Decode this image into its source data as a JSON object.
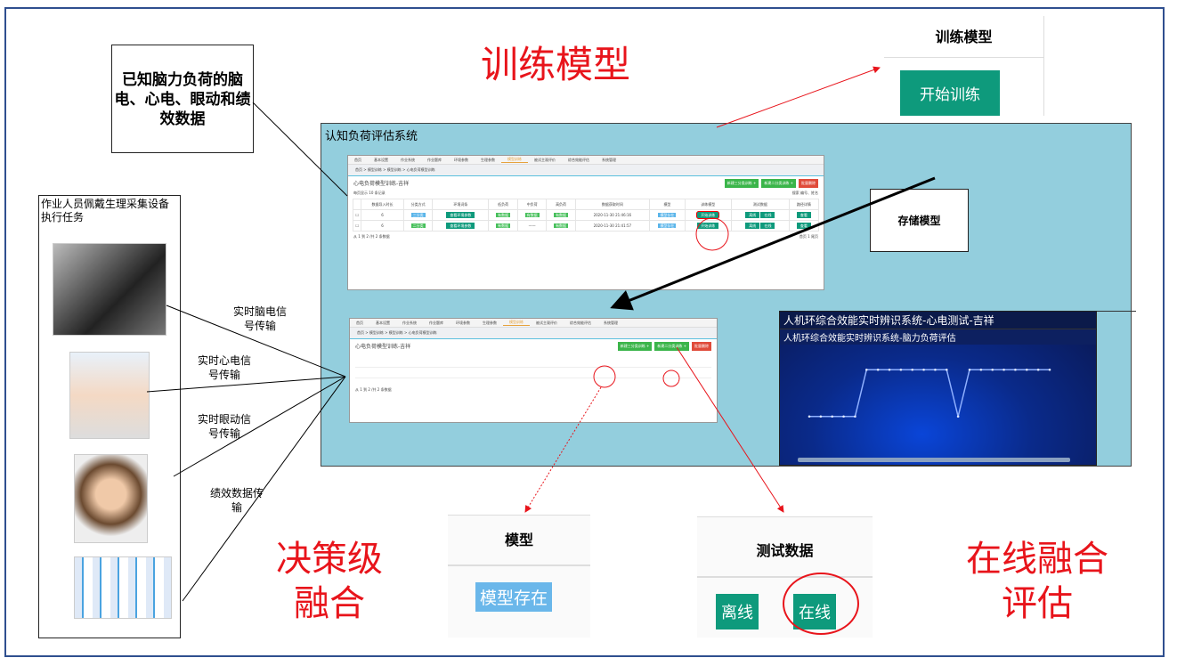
{
  "titles": {
    "train": "训练模型",
    "decision": "决策级融合",
    "online": "在线融合评估"
  },
  "known_box": "已知脑力负荷的脑电、心电、眼动和绩效数据",
  "left_panel": {
    "title": "作业人员佩戴生理采集设备执行任务"
  },
  "signals": [
    "实时脑电信号传输",
    "实时心电信号传输",
    "实时眼动信号传输",
    "绩效数据传输"
  ],
  "system": {
    "title": "认知负荷评估系统"
  },
  "store_box": "存储模型",
  "app": {
    "nav": [
      "首页",
      "基本设置",
      "作业系统",
      "作业题库",
      "环境参数",
      "生理参数",
      "模型训练",
      "被试主观评价",
      "综合效能评估",
      "系统管理"
    ],
    "active_nav": "模型训练",
    "breadcrumb": "首页 > 模型训练 > 模型训练 > 心电负荷模型训练",
    "page_title": "心电负荷模型训练-吉祥",
    "buttons": {
      "new3": "新建三分类训练 +",
      "new2": "新建二分类训练 +",
      "delete": "批量删除"
    },
    "per_page": "每页显示 10 条记录",
    "search": "搜索 编号、姓名",
    "headers": [
      "",
      "数据导入时长",
      "分类方式",
      "环境词条",
      "低负荷",
      "中负荷",
      "高负荷",
      "数据获取时间",
      "模型",
      "训练模型",
      "测试数据",
      "路径详情"
    ],
    "rows": [
      {
        "dur": "6",
        "cls": "三分类",
        "env": "查看环境参数",
        "low": "有数据",
        "mid": "有数据",
        "high": "有数据",
        "time": "2020-11-30 21:46:16",
        "model": "模型存在",
        "train": "开始训练",
        "off": "离线",
        "on": "在线",
        "detail": "查看"
      },
      {
        "dur": "6",
        "cls": "二分类",
        "env": "查看环境参数",
        "low": "有数据",
        "mid": "——",
        "high": "有数据",
        "time": "2020-11-30 21:41:57",
        "model": "模型存在",
        "train": "开始训练",
        "off": "离线",
        "on": "在线",
        "detail": "查看"
      }
    ],
    "footer": "从 1 到 2 /共 2 条数据",
    "pager": [
      "首页",
      "1",
      "尾页"
    ]
  },
  "crop_train": {
    "header": "训练模型",
    "button": "开始训练"
  },
  "crop_model": {
    "header": "模型",
    "badge": "模型存在"
  },
  "crop_test": {
    "header": "测试数据",
    "offline": "离线",
    "online": "在线"
  },
  "realtime": {
    "title1": "人机环综合效能实时辨识系统-心电测试-吉祥",
    "title2": "人机环综合效能实时辨识系统-脑力负荷评估"
  },
  "chart_data": {
    "type": "line",
    "title": "人机环综合效能实时辨识系统-脑力负荷评估",
    "x": [
      1,
      2,
      3,
      4,
      5,
      6,
      7,
      8,
      9,
      10,
      11,
      12,
      13,
      14,
      15,
      16,
      17,
      18,
      19,
      20,
      21,
      22
    ],
    "values": [
      1,
      1,
      1,
      1,
      1,
      3,
      3,
      3,
      3,
      3,
      3,
      3,
      3,
      1,
      3,
      3,
      3,
      3,
      3,
      3,
      3,
      3
    ],
    "ylim": [
      0,
      4
    ]
  }
}
